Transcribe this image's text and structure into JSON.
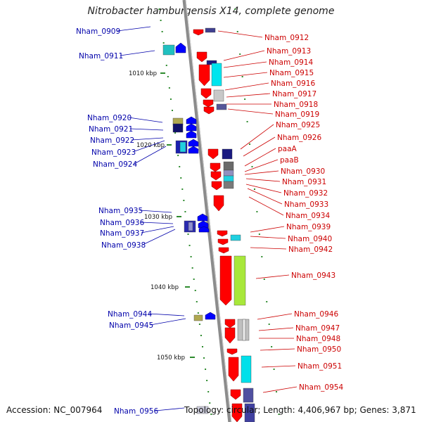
{
  "title": "Nitrobacter hamburgensis X14, complete genome",
  "accession": "Accession: NC_007964",
  "topology": "Topology: circular; Length: 4,406,967 bp; Genes: 3,871",
  "colors": {
    "backbone": "#8c8c8c",
    "forward_label": "#cc0000",
    "reverse_label": "#0000aa",
    "tick": "#2e8b2e",
    "forward_arrow": "#ff0000",
    "reverse_arrow": "#0000ff"
  },
  "kbp_marks": [
    "1010 kbp",
    "1020 kbp",
    "1030 kbp",
    "1040 kbp",
    "1050 kbp"
  ],
  "left_labels": [
    "Nham_0909",
    "Nham_0911",
    "Nham_0920",
    "Nham_0921",
    "Nham_0922",
    "Nham_0923",
    "Nham_0924",
    "Nham_0935",
    "Nham_0936",
    "Nham_0937",
    "Nham_0938",
    "Nham_0944",
    "Nham_0945",
    "Nham_0956"
  ],
  "right_labels": [
    "Nham_0912",
    "Nham_0913",
    "Nham_0914",
    "Nham_0915",
    "Nham_0916",
    "Nham_0917",
    "Nham_0918",
    "Nham_0919",
    "Nham_0925",
    "Nham_0926",
    "paaA",
    "paaB",
    "Nham_0930",
    "Nham_0931",
    "Nham_0932",
    "Nham_0933",
    "Nham_0934",
    "Nham_0939",
    "Nham_0940",
    "Nham_0942",
    "Nham_0943",
    "Nham_0946",
    "Nham_0947",
    "Nham_0948",
    "Nham_0950",
    "Nham_0951",
    "Nham_0954"
  ]
}
